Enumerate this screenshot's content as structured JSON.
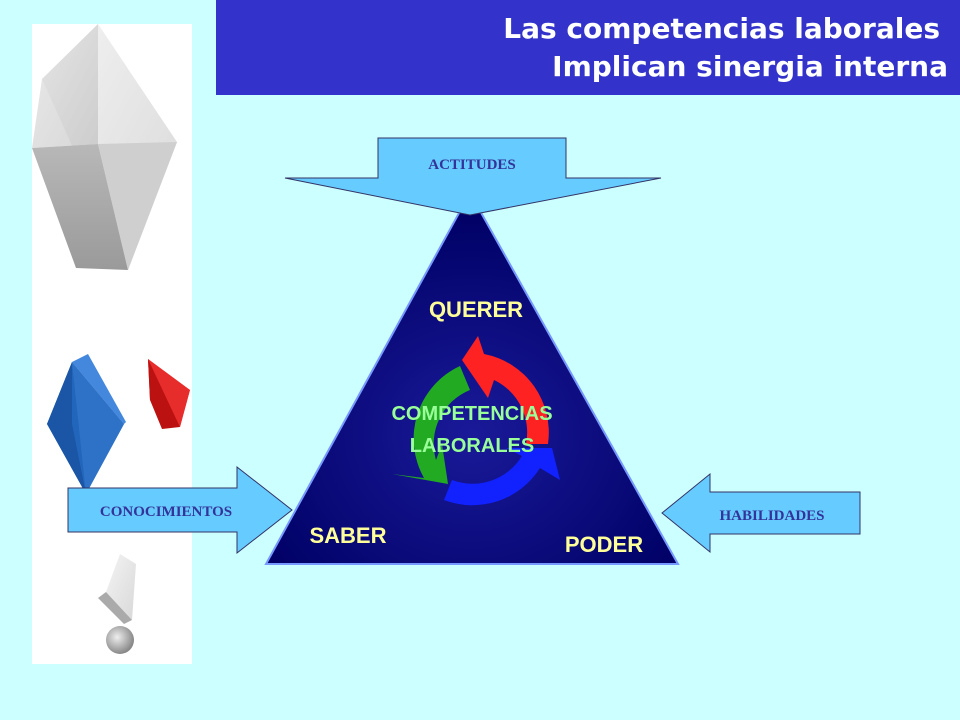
{
  "title": {
    "line1": "Las competencias laborales",
    "line2": "Implican sinergia interna"
  },
  "diagram": {
    "top_arrow": "ACTITUDES",
    "left_arrow": "CONOCIMIENTOS",
    "right_arrow": "HABILIDADES",
    "top_vertex": "QUERER",
    "left_vertex": "SABER",
    "right_vertex": "PODER",
    "center_line1": "COMPETENCIAS",
    "center_line2": "LABORALES"
  },
  "colors": {
    "background": "#ccffff",
    "banner": "#3333cc",
    "triangle": "#000066",
    "arrow_fill": "#66ccff",
    "arrow_text": "#333399",
    "vertex_text": "#ffff99",
    "center_text": "#99ff99",
    "cycle_red": "#ff2222",
    "cycle_green": "#22aa22",
    "cycle_blue": "#1122ff"
  }
}
